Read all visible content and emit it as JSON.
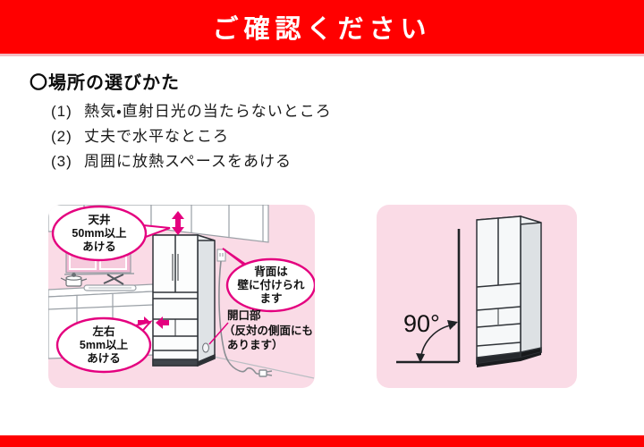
{
  "header": {
    "title": "ご確認ください"
  },
  "section_heading": "〇場所の選びかた",
  "list": [
    {
      "num": "(1)",
      "text": "熱気・直射日光の当たらないところ"
    },
    {
      "num": "(2)",
      "text": "丈夫で水平なところ"
    },
    {
      "num": "(3)",
      "text": "周囲に放熱スペースをあける"
    }
  ],
  "left_figure": {
    "callout_ceiling": [
      "天井",
      "50mm以上",
      "あける"
    ],
    "callout_back": [
      "背面は",
      "壁に付けられ",
      "ます"
    ],
    "callout_sides": [
      "左右",
      "5mm以上",
      "あける"
    ],
    "label_opening": [
      "開口部",
      "（反対の側面にも",
      "あります）"
    ]
  },
  "right_figure": {
    "angle": "90°"
  },
  "icons": {
    "ceiling_clearance_arrow": "↕",
    "side_clearance_arrows": "→←"
  },
  "colors": {
    "banner_red": "#ff0000",
    "panel_pink": "#fadbe6",
    "accent_magenta": "#e4007f",
    "window_pink": "#f2b7d3"
  }
}
